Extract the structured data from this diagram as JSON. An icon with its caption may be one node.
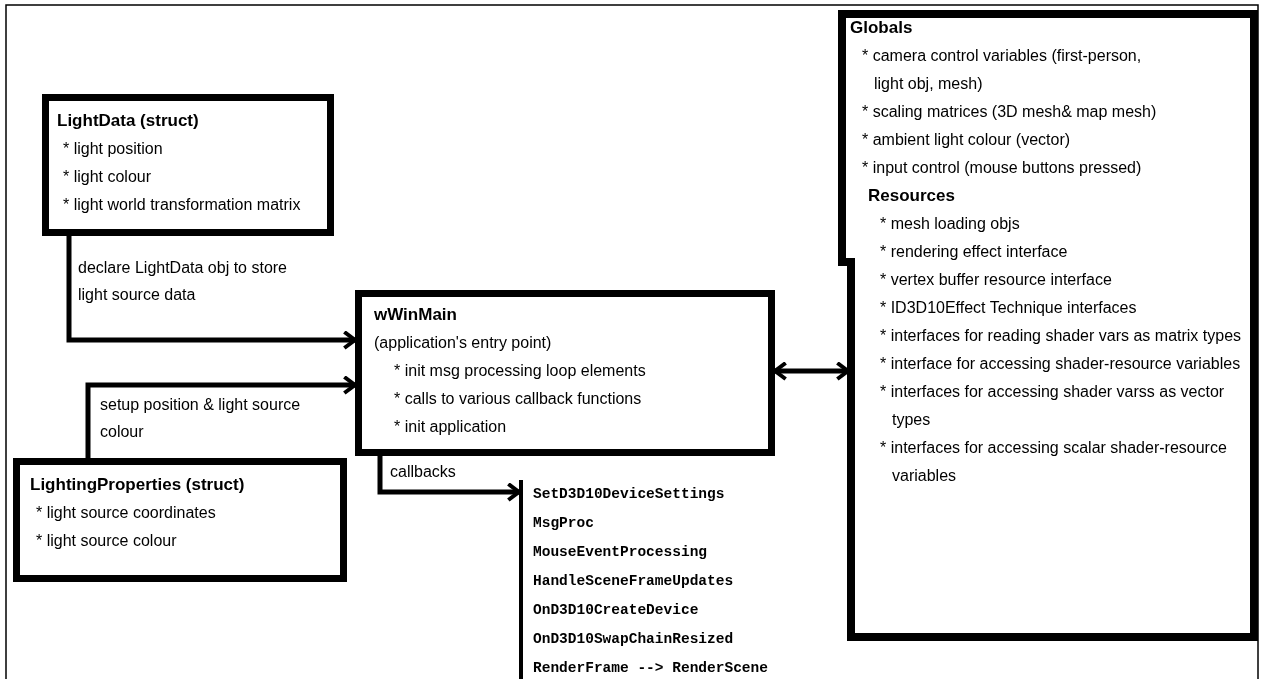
{
  "diagram": {
    "nodes": [
      {
        "text": [
          "LightData (struct)",
          "* light position",
          "* light colour",
          "* light world transformation matrix"
        ]
      },
      {
        "text": [
          "wWinMain",
          "(application's entry point)",
          "* init msg processing loop elements",
          "* calls to various callback functions",
          "* init application"
        ]
      },
      {
        "text": [
          "LightingProperties (struct)",
          "* light source coordinates",
          "* light source colour"
        ]
      },
      {
        "text": [
          "SetD3D10DeviceSettings",
          "MsgProc",
          "MouseEventProcessing",
          "HandleSceneFrameUpdates",
          "OnD3D10CreateDevice",
          "OnD3D10SwapChainResized",
          "RenderFrame --> RenderScene"
        ]
      },
      {
        "text": [
          "Globals",
          "* camera control variables (first-person, light obj, mesh)",
          "* scaling matrices (3D mesh& map mesh)",
          "* ambient light colour (vector)",
          "* input control (mouse buttons pressed)",
          "Resources",
          "* mesh loading objs",
          "* rendering effect interface",
          "* vertex buffer resource interface",
          "* ID3D10Effect Technique interfaces",
          "* interfaces for reading shader vars as matrix types",
          "* interface for accessing shader-resource variables",
          "* interfaces for accessing shader varss as vector types",
          "* interfaces for accessing scalar shader-resource variables"
        ]
      }
    ],
    "edges": [
      {
        "from": 0,
        "to": 1,
        "arrow": "to",
        "label": "declare LightData obj to store light source data"
      },
      {
        "from": 2,
        "to": 1,
        "arrow": "to",
        "label": "setup position & light source colour"
      },
      {
        "from": 1,
        "to": 4,
        "arrow": "both"
      },
      {
        "from": 1,
        "to": 3,
        "arrow": "to",
        "label": "callbacks"
      }
    ]
  }
}
